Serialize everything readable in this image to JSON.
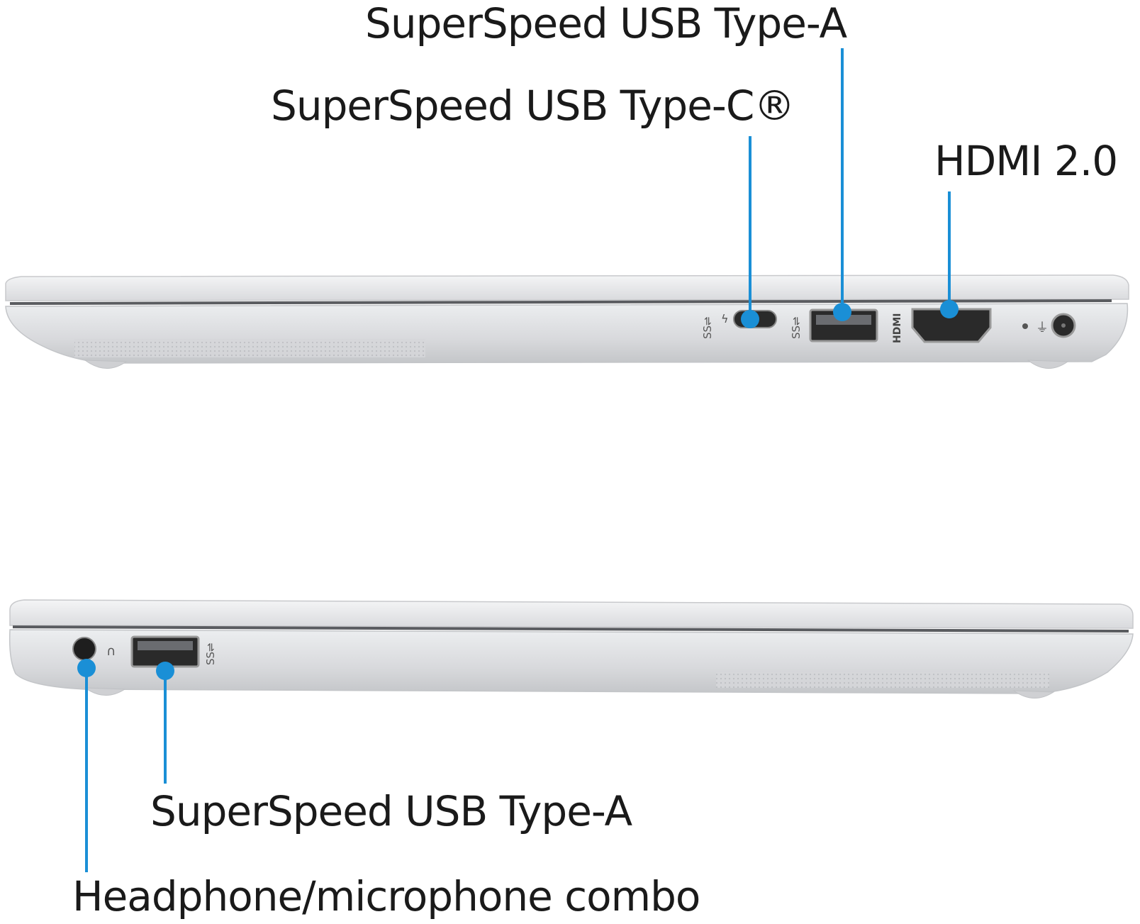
{
  "right_side": {
    "labels": {
      "usb_a": "SuperSpeed USB Type-A",
      "usb_c": "SuperSpeed USB Type-C®",
      "hdmi": "HDMI 2.0"
    }
  },
  "left_side": {
    "labels": {
      "usb_a": "SuperSpeed USB Type-A",
      "audio": "Headphone/microphone combo"
    }
  },
  "colors": {
    "callout": "#1a8fd6",
    "chassis": "#dcdde0",
    "port": "#2a2a2a",
    "text": "#1a1a1a"
  },
  "icons": [
    "superspeed-usb-icon",
    "thunderbolt-icon",
    "hdmi-icon",
    "power-icon",
    "headphone-icon"
  ]
}
